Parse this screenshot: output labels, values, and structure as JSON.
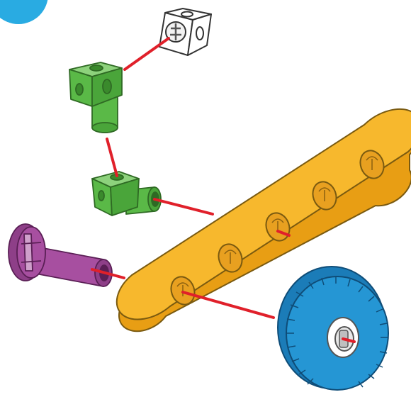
{
  "diagram": {
    "step_badge_color": "#29abe2",
    "connector_line_color": "#e0202a",
    "parts": [
      {
        "name": "white-connector-cube",
        "color": "#ffffff"
      },
      {
        "name": "green-connector-cube-with-peg",
        "color": "#5ab947"
      },
      {
        "name": "green-connector-angle-with-peg",
        "color": "#5ab947"
      },
      {
        "name": "yellow-beam-5-hole",
        "color": "#f7b82d"
      },
      {
        "name": "purple-axle-peg",
        "color": "#a74fa0"
      },
      {
        "name": "blue-wheel",
        "color": "#2596d4"
      }
    ]
  }
}
